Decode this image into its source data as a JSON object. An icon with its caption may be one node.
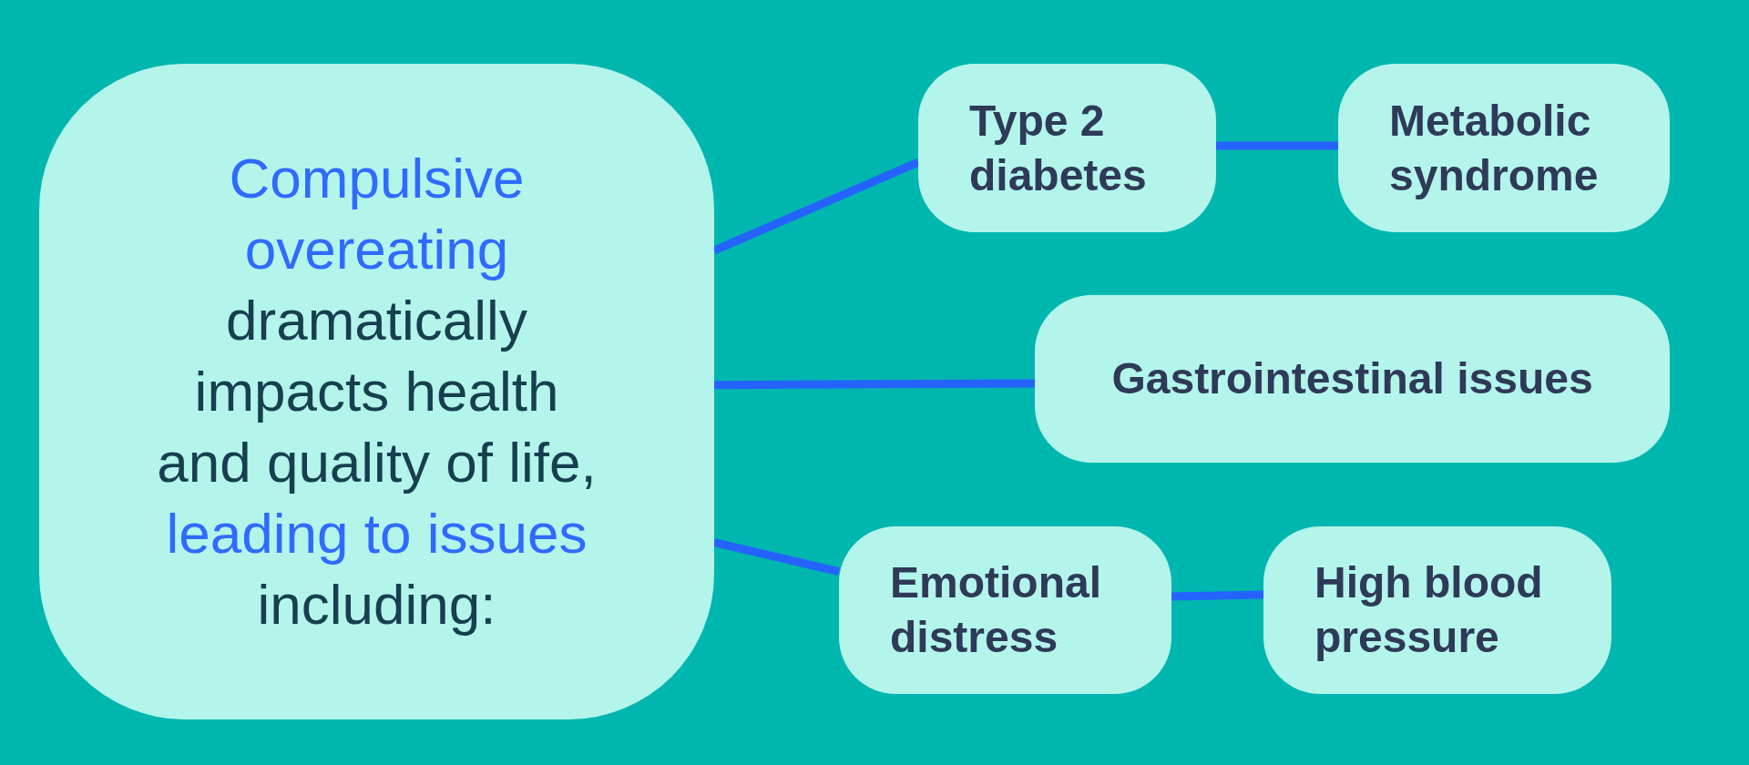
{
  "diagram": {
    "nodes": [
      {
        "text": [
          "**Compulsive overeating** dramatically impacts health and quality of life, **leading to issues** including:"
        ]
      },
      {
        "text": [
          "Type 2 diabetes"
        ]
      },
      {
        "text": [
          "Metabolic syndrome"
        ]
      },
      {
        "text": [
          "Gastrointestinal issues"
        ]
      },
      {
        "text": [
          "Emotional distress"
        ]
      },
      {
        "text": [
          "High blood pressure"
        ]
      }
    ],
    "edges": [
      {
        "from": 0,
        "to": 1,
        "arrow": "none"
      },
      {
        "from": 1,
        "to": 2,
        "arrow": "none"
      },
      {
        "from": 0,
        "to": 3,
        "arrow": "none"
      },
      {
        "from": 0,
        "to": 4,
        "arrow": "none"
      },
      {
        "from": 4,
        "to": 5,
        "arrow": "none"
      }
    ]
  }
}
